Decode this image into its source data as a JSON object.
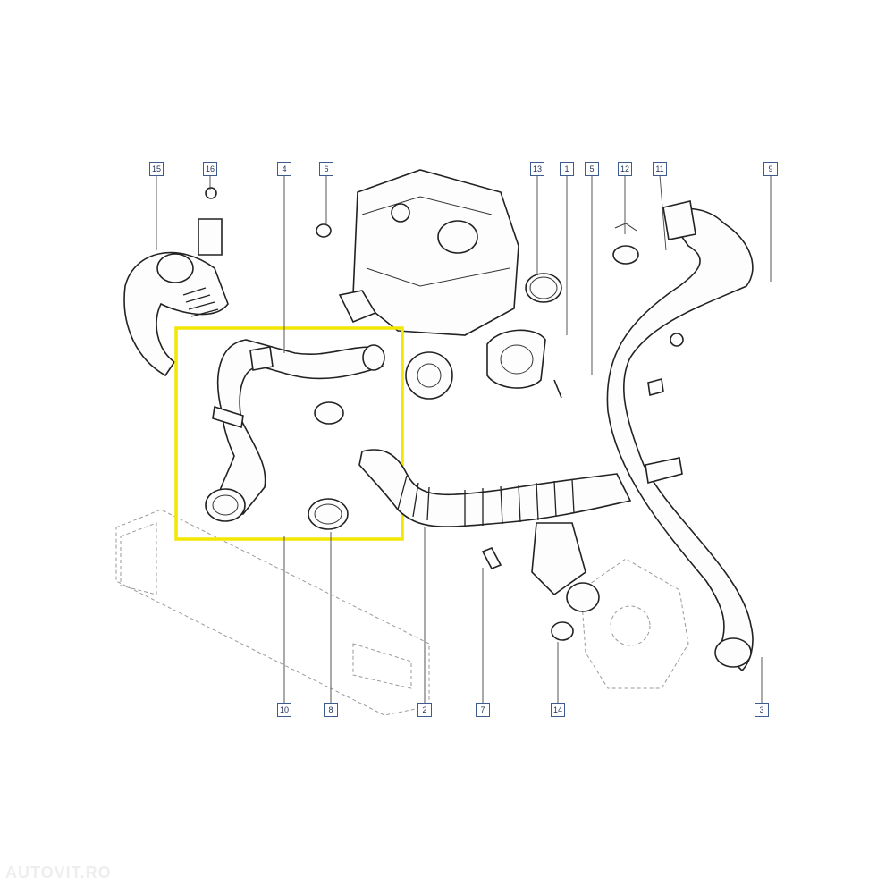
{
  "labels": {
    "l1": "1",
    "l2": "2",
    "l3": "3",
    "l4": "4",
    "l5": "5",
    "l6": "6",
    "l7": "7",
    "l8": "8",
    "l9": "9",
    "l10": "10",
    "l11": "11",
    "l12": "12",
    "l13": "13",
    "l14": "14",
    "l15": "15",
    "l16": "16"
  },
  "highlight_color": "#f3e600",
  "label_color": "#3d5b8f",
  "watermark": "AUTOVIT.RO"
}
